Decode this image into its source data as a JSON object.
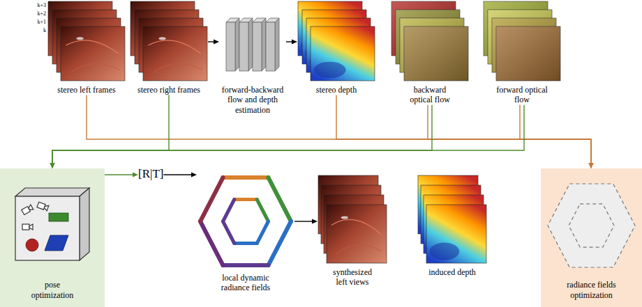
{
  "diagram": {
    "nodes": [
      {
        "text": [
          "stereo left frames"
        ]
      },
      {
        "text": [
          "stereo right frames"
        ]
      },
      {
        "text": [
          "forward-backward flow and depth estimation"
        ]
      },
      {
        "text": [
          "stereo depth"
        ]
      },
      {
        "text": [
          "backward optical flow"
        ]
      },
      {
        "text": [
          "forward optical flow"
        ]
      },
      {
        "text": [
          "pose optimization"
        ]
      },
      {
        "text": [
          "[R|T]"
        ]
      },
      {
        "text": [
          "local dynamic radiance fields"
        ]
      },
      {
        "text": [
          "synthesized left views"
        ]
      },
      {
        "text": [
          "induced depth"
        ]
      },
      {
        "text": [
          "radiance fields optimization"
        ]
      }
    ],
    "edges": [
      {
        "from": 1,
        "to": 2,
        "arrow": "to"
      },
      {
        "from": 2,
        "to": 3,
        "arrow": "to"
      },
      {
        "from": 0,
        "to": 11,
        "arrow": "to"
      },
      {
        "from": 3,
        "to": 11,
        "arrow": "to"
      },
      {
        "from": 4,
        "to": 11,
        "arrow": "to"
      },
      {
        "from": 5,
        "to": 11,
        "arrow": "to"
      },
      {
        "from": 1,
        "to": 6,
        "arrow": "to"
      },
      {
        "from": 4,
        "to": 6,
        "arrow": "to"
      },
      {
        "from": 5,
        "to": 6,
        "arrow": "to"
      },
      {
        "from": 6,
        "to": 7,
        "arrow": "to"
      },
      {
        "from": 7,
        "to": 8,
        "arrow": "to"
      },
      {
        "from": 8,
        "to": 9,
        "arrow": "to"
      }
    ],
    "labels": [
      "k+3",
      "k+2",
      "k+1",
      "k"
    ]
  }
}
